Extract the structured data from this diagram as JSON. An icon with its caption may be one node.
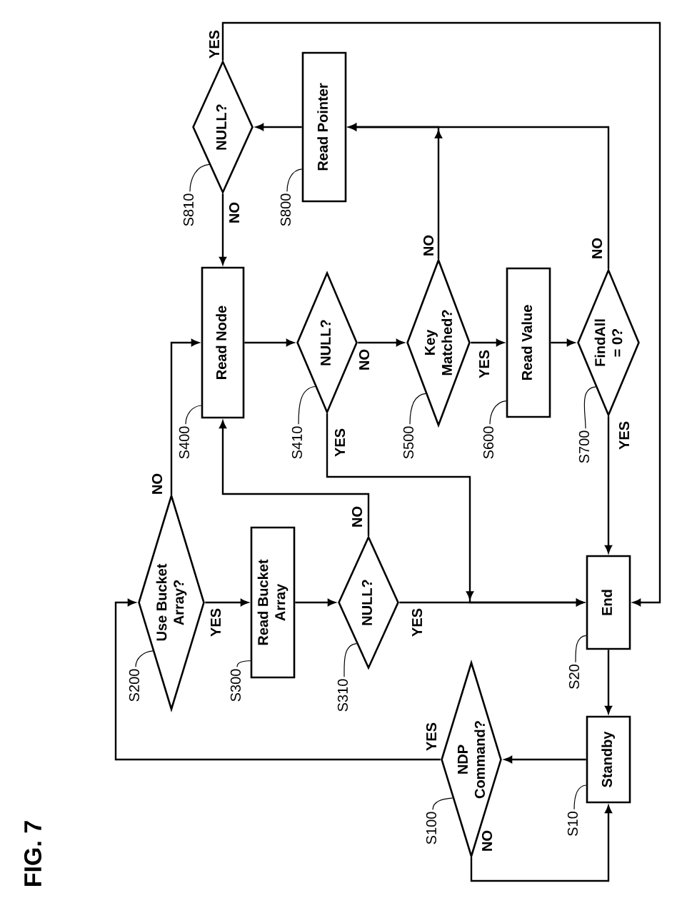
{
  "diagram": {
    "title": "FIG. 7",
    "nodes": [
      {
        "text": [
          "Standby"
        ]
      },
      {
        "text": [
          "End"
        ]
      },
      {
        "text": [
          "NDP Command?"
        ]
      },
      {
        "text": [
          "Use Bucket Array?"
        ]
      },
      {
        "text": [
          "Read Bucket Array"
        ]
      },
      {
        "text": [
          "NULL?"
        ]
      },
      {
        "text": [
          "Read Node"
        ]
      },
      {
        "text": [
          "NULL?"
        ]
      },
      {
        "text": [
          "Key Matched?"
        ]
      },
      {
        "text": [
          "Read Value"
        ]
      },
      {
        "text": [
          "FindAll = 0?"
        ]
      },
      {
        "text": [
          "Read Pointer"
        ]
      },
      {
        "text": [
          "NULL?"
        ]
      },
      {
        "text": [
          "S10"
        ]
      },
      {
        "text": [
          "S20"
        ]
      },
      {
        "text": [
          "S100"
        ]
      },
      {
        "text": [
          "S200"
        ]
      },
      {
        "text": [
          "S300"
        ]
      },
      {
        "text": [
          "S310"
        ]
      },
      {
        "text": [
          "S400"
        ]
      },
      {
        "text": [
          "S410"
        ]
      },
      {
        "text": [
          "S500"
        ]
      },
      {
        "text": [
          "S600"
        ]
      },
      {
        "text": [
          "S700"
        ]
      },
      {
        "text": [
          "S800"
        ]
      },
      {
        "text": [
          "S810"
        ]
      }
    ],
    "edges": [
      {
        "from": 0,
        "to": 2,
        "arrow": "to"
      },
      {
        "from": 2,
        "to": 0,
        "arrow": "to",
        "label": "NO"
      },
      {
        "from": 2,
        "to": 3,
        "arrow": "to",
        "label": "YES"
      },
      {
        "from": 3,
        "to": 4,
        "arrow": "to",
        "label": "YES"
      },
      {
        "from": 3,
        "to": 6,
        "arrow": "to",
        "label": "NO"
      },
      {
        "from": 4,
        "to": 5,
        "arrow": "to"
      },
      {
        "from": 5,
        "to": 1,
        "arrow": "to",
        "label": "YES"
      },
      {
        "from": 5,
        "to": 6,
        "arrow": "to",
        "label": "NO"
      },
      {
        "from": 6,
        "to": 7,
        "arrow": "to"
      },
      {
        "from": 7,
        "to": 8,
        "arrow": "to",
        "label": "NO"
      },
      {
        "from": 7,
        "to": 1,
        "arrow": "to",
        "label": "YES"
      },
      {
        "from": 8,
        "to": 9,
        "arrow": "to",
        "label": "YES"
      },
      {
        "from": 8,
        "to": 11,
        "arrow": "to",
        "label": "NO"
      },
      {
        "from": 9,
        "to": 10,
        "arrow": "to"
      },
      {
        "from": 10,
        "to": 1,
        "arrow": "to",
        "label": "YES"
      },
      {
        "from": 10,
        "to": 11,
        "arrow": "to",
        "label": "NO"
      },
      {
        "from": 11,
        "to": 12,
        "arrow": "to"
      },
      {
        "from": 12,
        "to": 6,
        "arrow": "to",
        "label": "NO"
      },
      {
        "from": 12,
        "to": 1,
        "arrow": "to",
        "label": "YES"
      },
      {
        "from": 1,
        "to": 0,
        "arrow": "to"
      },
      {
        "from": 13,
        "to": 0,
        "arrow": "none"
      },
      {
        "from": 14,
        "to": 1,
        "arrow": "none"
      },
      {
        "from": 15,
        "to": 2,
        "arrow": "none"
      },
      {
        "from": 16,
        "to": 3,
        "arrow": "none"
      },
      {
        "from": 17,
        "to": 4,
        "arrow": "none"
      },
      {
        "from": 18,
        "to": 5,
        "arrow": "none"
      },
      {
        "from": 19,
        "to": 6,
        "arrow": "none"
      },
      {
        "from": 20,
        "to": 7,
        "arrow": "none"
      },
      {
        "from": 21,
        "to": 8,
        "arrow": "none"
      },
      {
        "from": 22,
        "to": 9,
        "arrow": "none"
      },
      {
        "from": 23,
        "to": 10,
        "arrow": "none"
      },
      {
        "from": 24,
        "to": 11,
        "arrow": "none"
      },
      {
        "from": 25,
        "to": 12,
        "arrow": "none"
      }
    ]
  }
}
